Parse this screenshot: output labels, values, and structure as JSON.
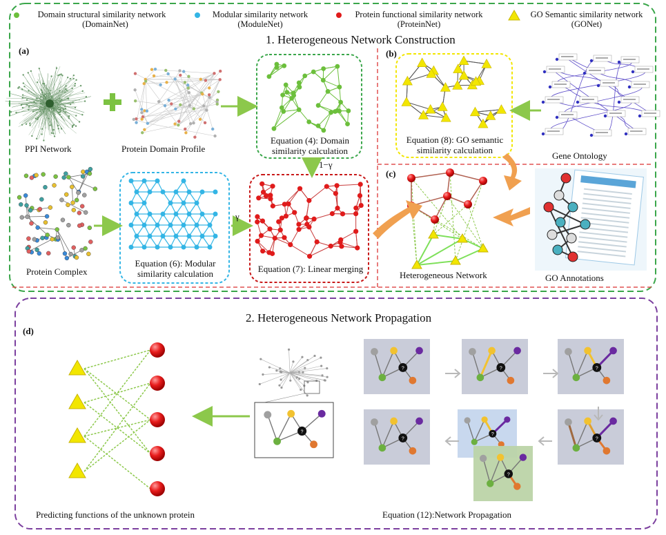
{
  "legend": [
    {
      "line1": "Domain structural similarity network",
      "line2": "(DomainNet)",
      "color": "#6cbf3c",
      "shape": "circle"
    },
    {
      "line1": "Modular similarity network",
      "line2": "(ModuleNet)",
      "color": "#33b5e5",
      "shape": "circle"
    },
    {
      "line1": "Protein functional similarity network",
      "line2": "(ProteinNet)",
      "color": "#e01b1b",
      "shape": "circle"
    },
    {
      "line1": "GO Semantic similarity network",
      "line2": "(GONet)",
      "color": "#f2e600",
      "shape": "triangle"
    }
  ],
  "section1": {
    "title": "1. Heterogeneous Network Construction",
    "tag_a": "(a)",
    "tag_b": "(b)",
    "tag_c": "(c)",
    "ppi_label": "PPI Network",
    "domain_profile_label": "Protein Domain Profile",
    "complex_label": "Protein Complex",
    "eq4": [
      "Equation (4): Domain",
      "similarity calculation"
    ],
    "eq6": [
      "Equation (6): Modular",
      "similarity calculation"
    ],
    "eq7": "Equation (7): Linear merging",
    "eq8": [
      "Equation (8): GO semantic",
      "similarity calculation"
    ],
    "one_minus_gamma": "1−γ",
    "gamma": "γ",
    "gene_ontology_label": "Gene Ontology",
    "hetero_label": "Heterogeneous Network",
    "go_annotations_label": "GO Annotations"
  },
  "section2": {
    "title": "2. Heterogeneous Network Propagation",
    "tag_d": "(d)",
    "predict_label": "Predicting functions of the unknown protein",
    "eq12": "Equation (12):Network Propagation",
    "unknown_mark": "?"
  },
  "colors": {
    "green_frame": "#3aa64a",
    "purple_frame": "#7b3f9e",
    "red_dash": "#e05050",
    "green": "#6cbf3c",
    "blue": "#33b5e5",
    "red": "#e01b1b",
    "yellow": "#f2e600",
    "orange_arrow": "#f0a050",
    "green_arrow": "#8cc84b",
    "panel_grey": "#c9ccd9"
  }
}
